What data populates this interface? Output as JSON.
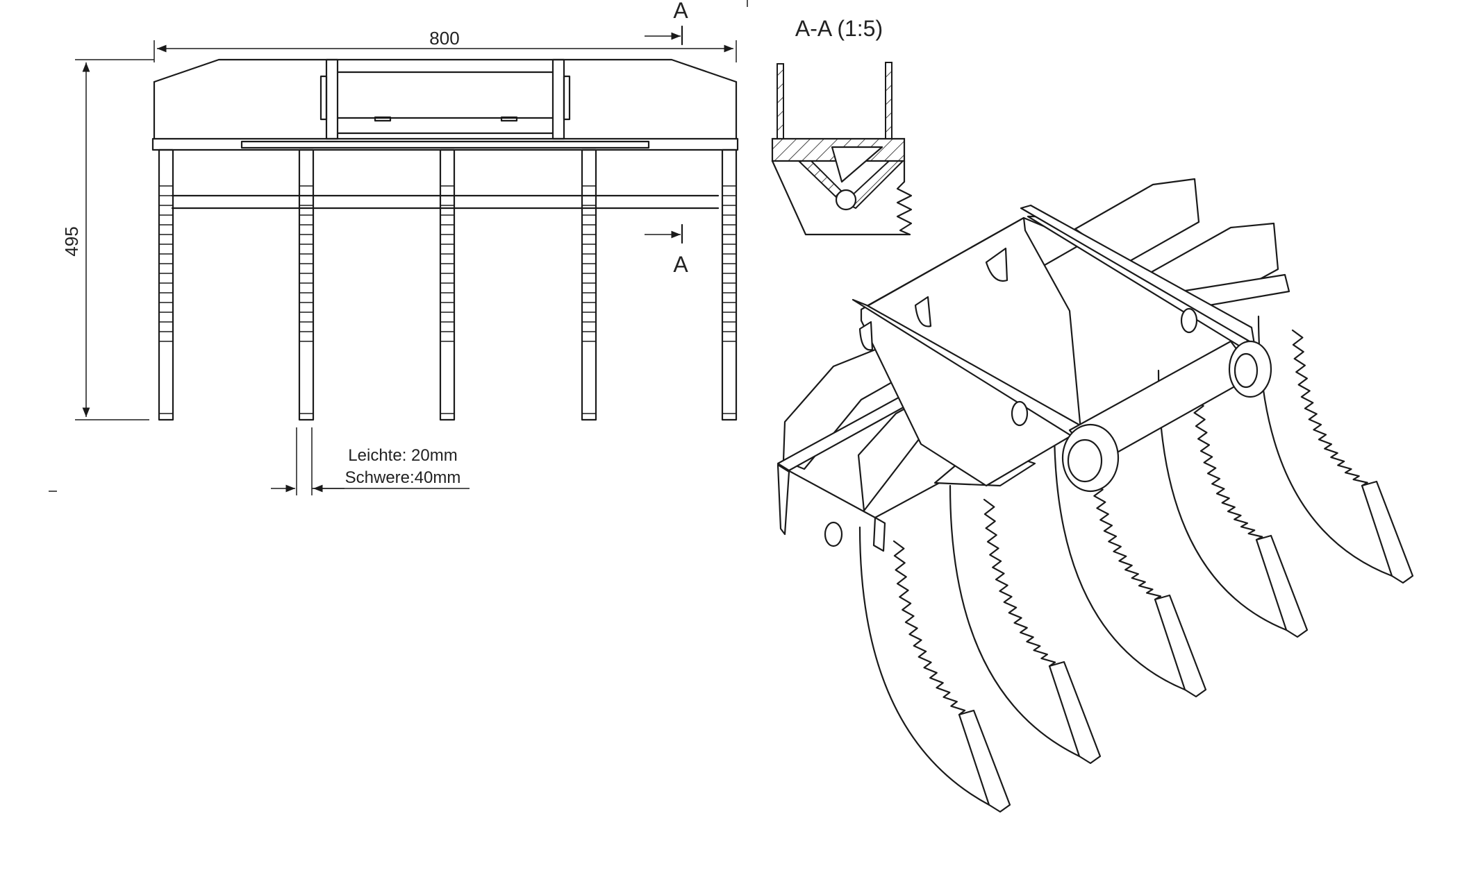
{
  "front_view": {
    "width_dimension": "800",
    "height_dimension": "495",
    "section_marker_top": "A",
    "section_marker_bottom": "A",
    "note_light": "Leichte: 20mm",
    "note_heavy": "Schwere:40mm"
  },
  "section_view": {
    "title": "A-A (1:5)"
  },
  "colors": {
    "line": "#1a1a1a",
    "background": "#ffffff"
  }
}
